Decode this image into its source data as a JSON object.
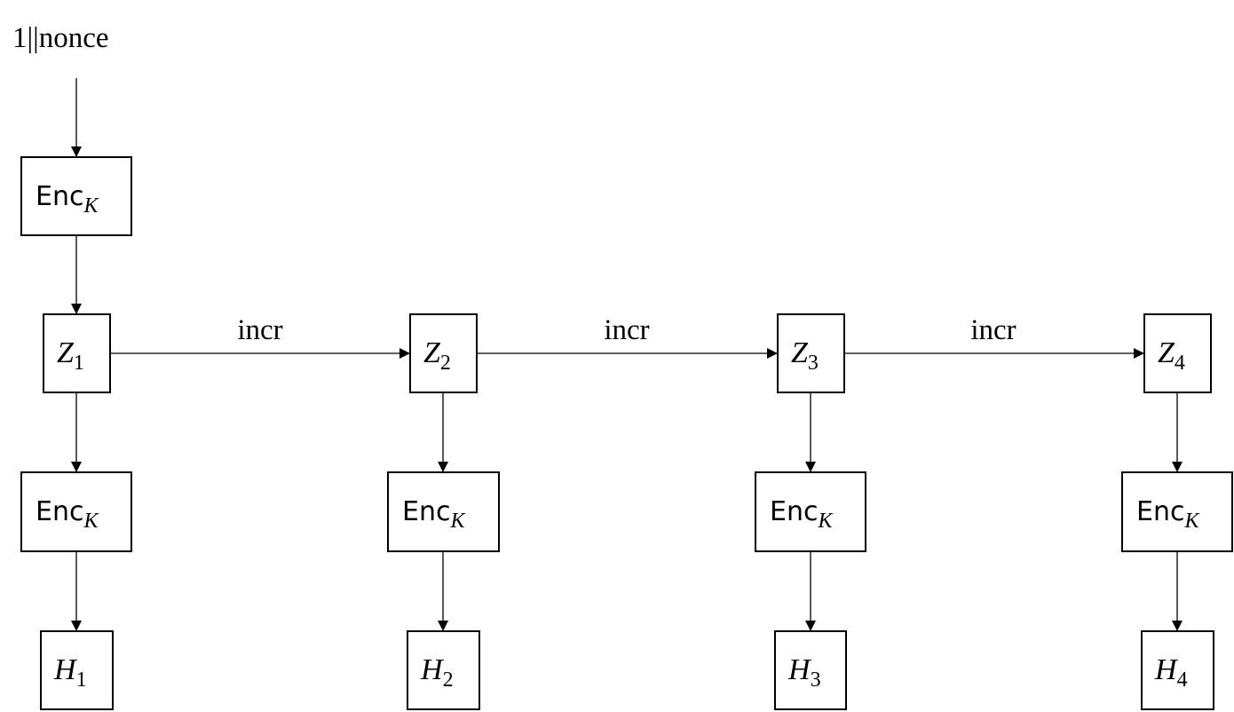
{
  "input": {
    "label": "1||nonce"
  },
  "top_enc": {
    "main": "Enc",
    "sub": "K"
  },
  "counters": [
    {
      "var": "Z",
      "idx": "1"
    },
    {
      "var": "Z",
      "idx": "2"
    },
    {
      "var": "Z",
      "idx": "3"
    },
    {
      "var": "Z",
      "idx": "4"
    }
  ],
  "incr_labels": [
    "incr",
    "incr",
    "incr"
  ],
  "enc_boxes": [
    {
      "main": "Enc",
      "sub": "K"
    },
    {
      "main": "Enc",
      "sub": "K"
    },
    {
      "main": "Enc",
      "sub": "K"
    },
    {
      "main": "Enc",
      "sub": "K"
    }
  ],
  "outputs": [
    {
      "var": "H",
      "idx": "1"
    },
    {
      "var": "H",
      "idx": "2"
    },
    {
      "var": "H",
      "idx": "3"
    },
    {
      "var": "H",
      "idx": "4"
    }
  ]
}
